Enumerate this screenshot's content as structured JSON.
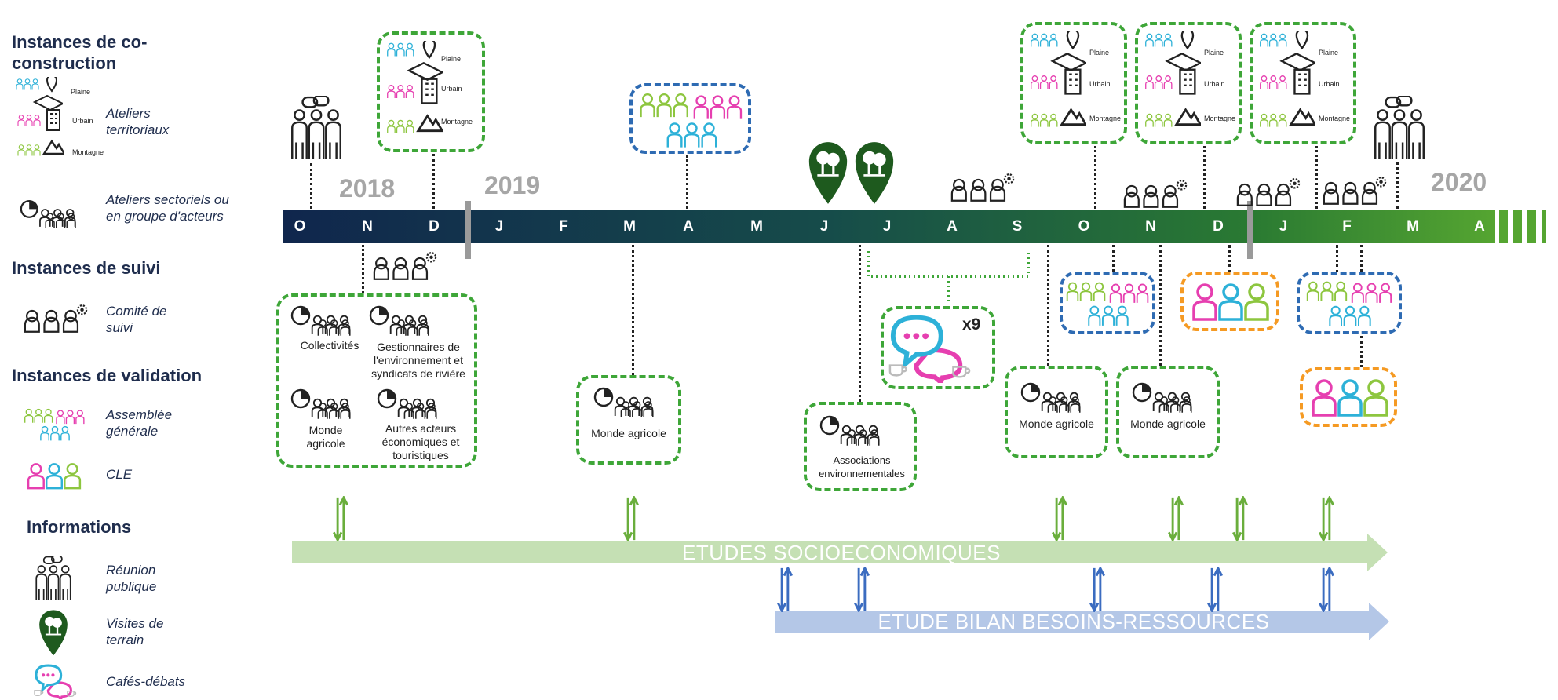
{
  "legend": {
    "co_construction_title": "Instances de co-construction",
    "plaine": "Plaine",
    "urbain": "Urbain",
    "montagne": "Montagne",
    "ateliers_territoriaux": "Ateliers territoriaux",
    "ateliers_sectoriels": "Ateliers sectoriels ou en groupe d'acteurs",
    "suivi_title": "Instances de suivi",
    "comite_suivi": "Comité de suivi",
    "validation_title": "Instances de validation",
    "assemblee_generale": "Assemblée générale",
    "cle": "CLE",
    "informations_title": "Informations",
    "reunion_publique": "Réunion publique",
    "visites_terrain": "Visites de terrain",
    "cafes_debats": "Cafés-débats"
  },
  "years": {
    "y2018": "2018",
    "y2019": "2019",
    "y2020": "2020"
  },
  "months": [
    "O",
    "N",
    "D",
    "J",
    "F",
    "M",
    "A",
    "M",
    "J",
    "J",
    "A",
    "S",
    "O",
    "N",
    "D",
    "J",
    "F",
    "M",
    "A"
  ],
  "events": {
    "territorial_plaine": "Plaine",
    "territorial_urbain": "Urbain",
    "territorial_montagne": "Montagne",
    "collectivites": "Collectivités",
    "gestionnaires": "Gestionnaires de l'environnement et syndicats de rivière",
    "monde_agricole": "Monde agricole",
    "autres_acteurs": "Autres acteurs économiques et touristiques",
    "associations": "Associations environnementales",
    "cafes_count": "x9"
  },
  "studies": {
    "socio": "ETUDES SOCIOECONOMIQUES",
    "bilan": "ETUDE BILAN BESOINS-RESSOURCES"
  },
  "colors": {
    "dark_navy": "#10264d",
    "green": "#3ea638",
    "blue": "#2e6bb3",
    "orange": "#f59a23",
    "pink": "#e63fb0",
    "cyan": "#2db1d8",
    "light_green": "#8dc63f",
    "socio_band": "#c5e0b4",
    "bilan_band": "#b4c7e7",
    "forest": "#1e5a1e"
  },
  "icons": [
    "people-map-icon",
    "building-icon",
    "mountain-icon",
    "pie-people-icon",
    "committee-gear-icon",
    "assembly-icon",
    "cle-icon",
    "public-meeting-icon",
    "tree-pin-icon",
    "cafe-bubble-icon"
  ]
}
